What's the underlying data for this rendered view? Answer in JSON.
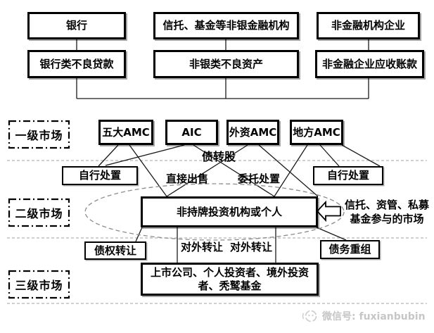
{
  "colors": {
    "line": "#1a1a1a",
    "separator": "#b3b3b3",
    "ellipse": "#8c8c8c",
    "footer_text": "#c6c6c6"
  },
  "sources": {
    "row1": [
      "银行",
      "信托、基金等非银金融机构",
      "非金融机构企业"
    ],
    "row2": [
      "银行类不良贷款",
      "非银类不良资产",
      "非金融企业应收账款"
    ]
  },
  "markets": {
    "primary": "一级市场",
    "secondary": "二级市场",
    "tertiary": "三级市场"
  },
  "amcs": [
    "五大AMC",
    "AIC",
    "外资AMC",
    "地方AMC"
  ],
  "flow_labels": {
    "debt_to_equity": "债转股",
    "direct_sale": "直接出售",
    "entrusted_disposal": "委托处置",
    "self_disposal_left": "自行处置",
    "self_disposal_right": "自行处置",
    "creditor_transfer": "债权转让",
    "debt_restructuring": "债务重组",
    "external_transfer_1": "对外转让",
    "external_transfer_2": "对外转让"
  },
  "secondary_market": {
    "central_box": "非持牌投资机构或个人",
    "side_note_line1": "信托、资管、私募",
    "side_note_line2": "基金参与的市场"
  },
  "tertiary_market": {
    "box_line1": "上市公司、个人投资者、境外投资",
    "box_line2": "者、秃鹫基金"
  },
  "footer": {
    "wechat_label": "微信号: fuxianbubin"
  }
}
